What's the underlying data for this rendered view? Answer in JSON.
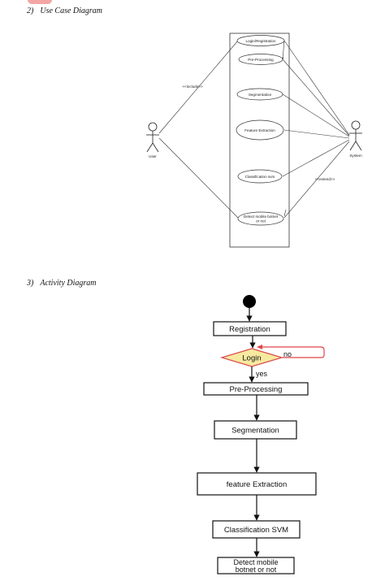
{
  "headings": {
    "use_case": {
      "number": "2)",
      "title": "Use Case Diagram"
    },
    "activity": {
      "number": "3)",
      "title": "Activity Diagram"
    }
  },
  "use_case_diagram": {
    "actors": {
      "left": "User",
      "right": "System"
    },
    "use_cases": [
      "Login/Registration",
      "Pre-Processing",
      "Segmentation",
      "Feature Extraction",
      "Classification svm",
      "Detect mobile botnet",
      "or not"
    ],
    "stereotypes": {
      "include": "<<include>>",
      "extend": "<<extend>>"
    }
  },
  "activity_diagram": {
    "nodes": {
      "registration": "Registration",
      "decision": "Login",
      "no": "no",
      "yes": "yes",
      "preprocessing": "Pre-Processing",
      "segmentation": "Segmentation",
      "feature": "feature Extraction",
      "classification": "Classification SVM",
      "detect_line1": "Detect mobile",
      "detect_line2": "botnet or not"
    },
    "colors": {
      "decision_fill": "#f7e9a0",
      "decision_stroke": "#d94a4a",
      "loop": "#e0454a"
    }
  }
}
